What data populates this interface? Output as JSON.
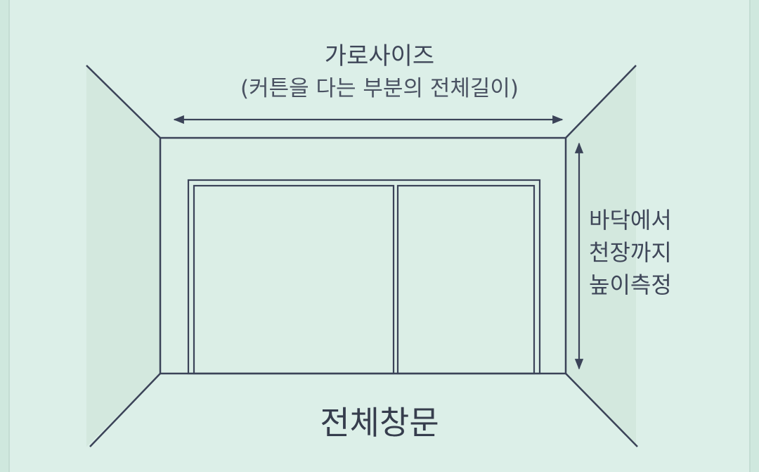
{
  "width_label": {
    "title": "가로사이즈",
    "subtitle": "(커튼을 다는 부분의 전체길이)"
  },
  "height_label": {
    "line1": "바닥에서",
    "line2": "천장까지",
    "line3": "높이측정"
  },
  "window_label": "전체창문",
  "colors": {
    "background": "#dcefe8",
    "line": "#3b4358",
    "side_wall": "#d1e6dd",
    "text": "#3f4759"
  }
}
